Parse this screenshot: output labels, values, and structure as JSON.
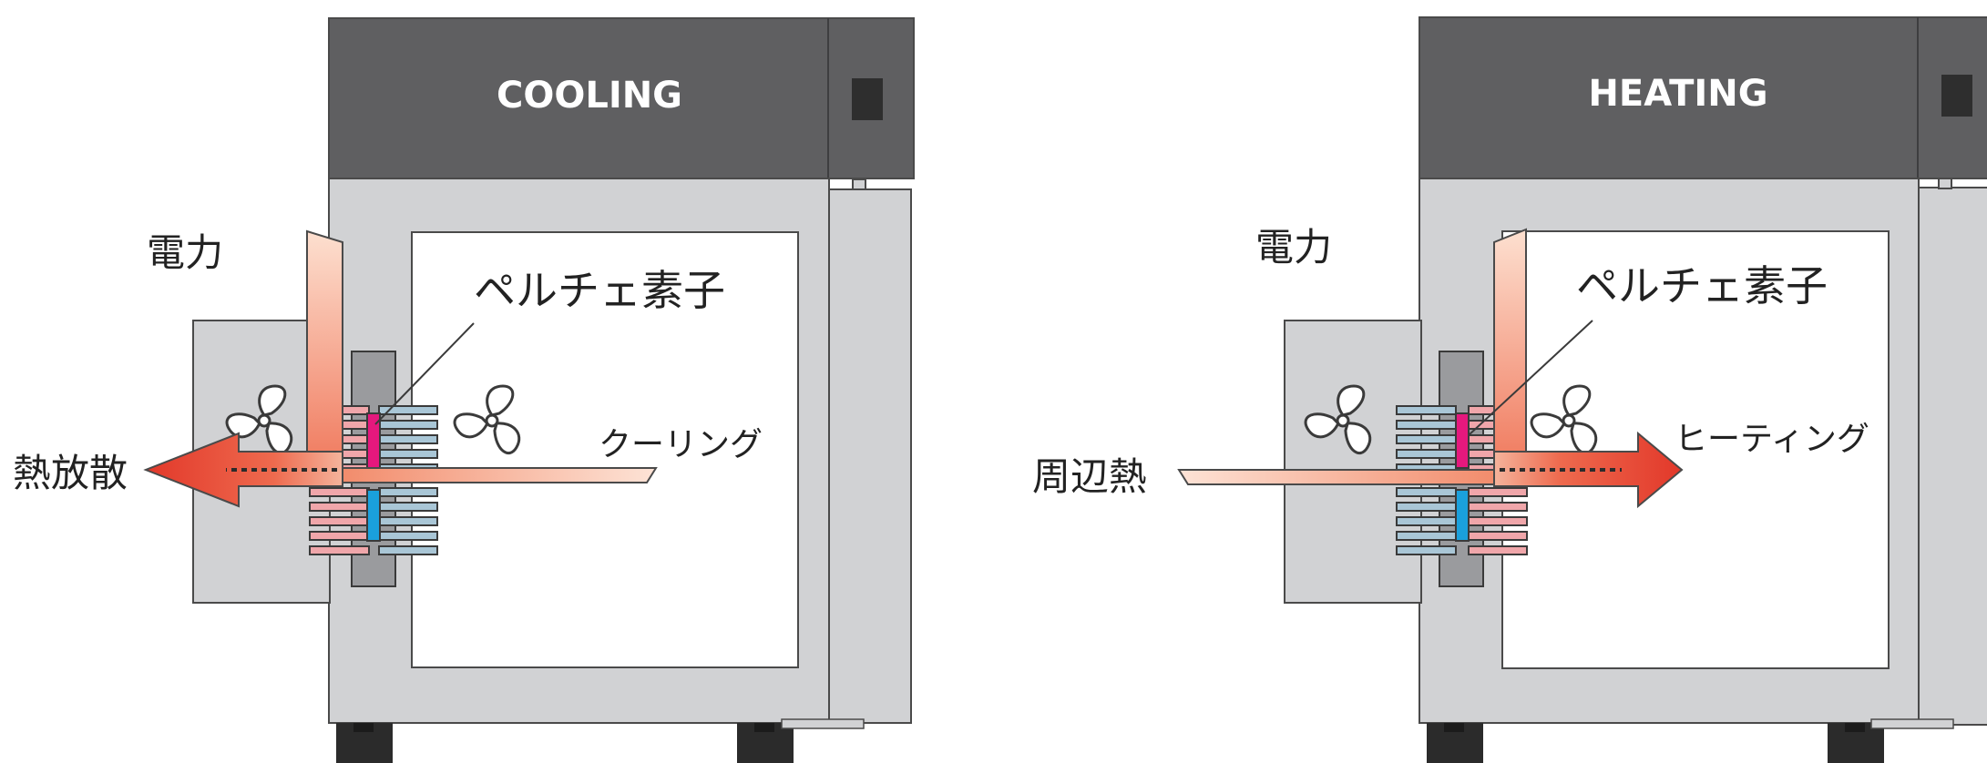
{
  "panels": [
    {
      "mode": "cooling",
      "header_label": "COOLING",
      "power_label": "電力",
      "peltier_label": "ペルチェ素子",
      "output_label": "クーリング",
      "side_label": "熱放散"
    },
    {
      "mode": "heating",
      "header_label": "HEATING",
      "power_label": "電力",
      "peltier_label": "ペルチェ素子",
      "output_label": "ヒーティング",
      "side_label": "周辺熱"
    }
  ],
  "colors": {
    "cabinet_top": "#5f5f61",
    "cabinet_body": "#d1d2d4",
    "cabinet_outline": "#4a4a4a",
    "window": "#ffffff",
    "foot": "#2b2b2b",
    "hot_fin": "#f0a6aa",
    "cold_fin": "#a9c6d6",
    "peltier_hot": "#e5187d",
    "peltier_cold": "#1aa0dc",
    "arrow_red": "#e8392a",
    "arrow_light": "#fbd3c0"
  }
}
